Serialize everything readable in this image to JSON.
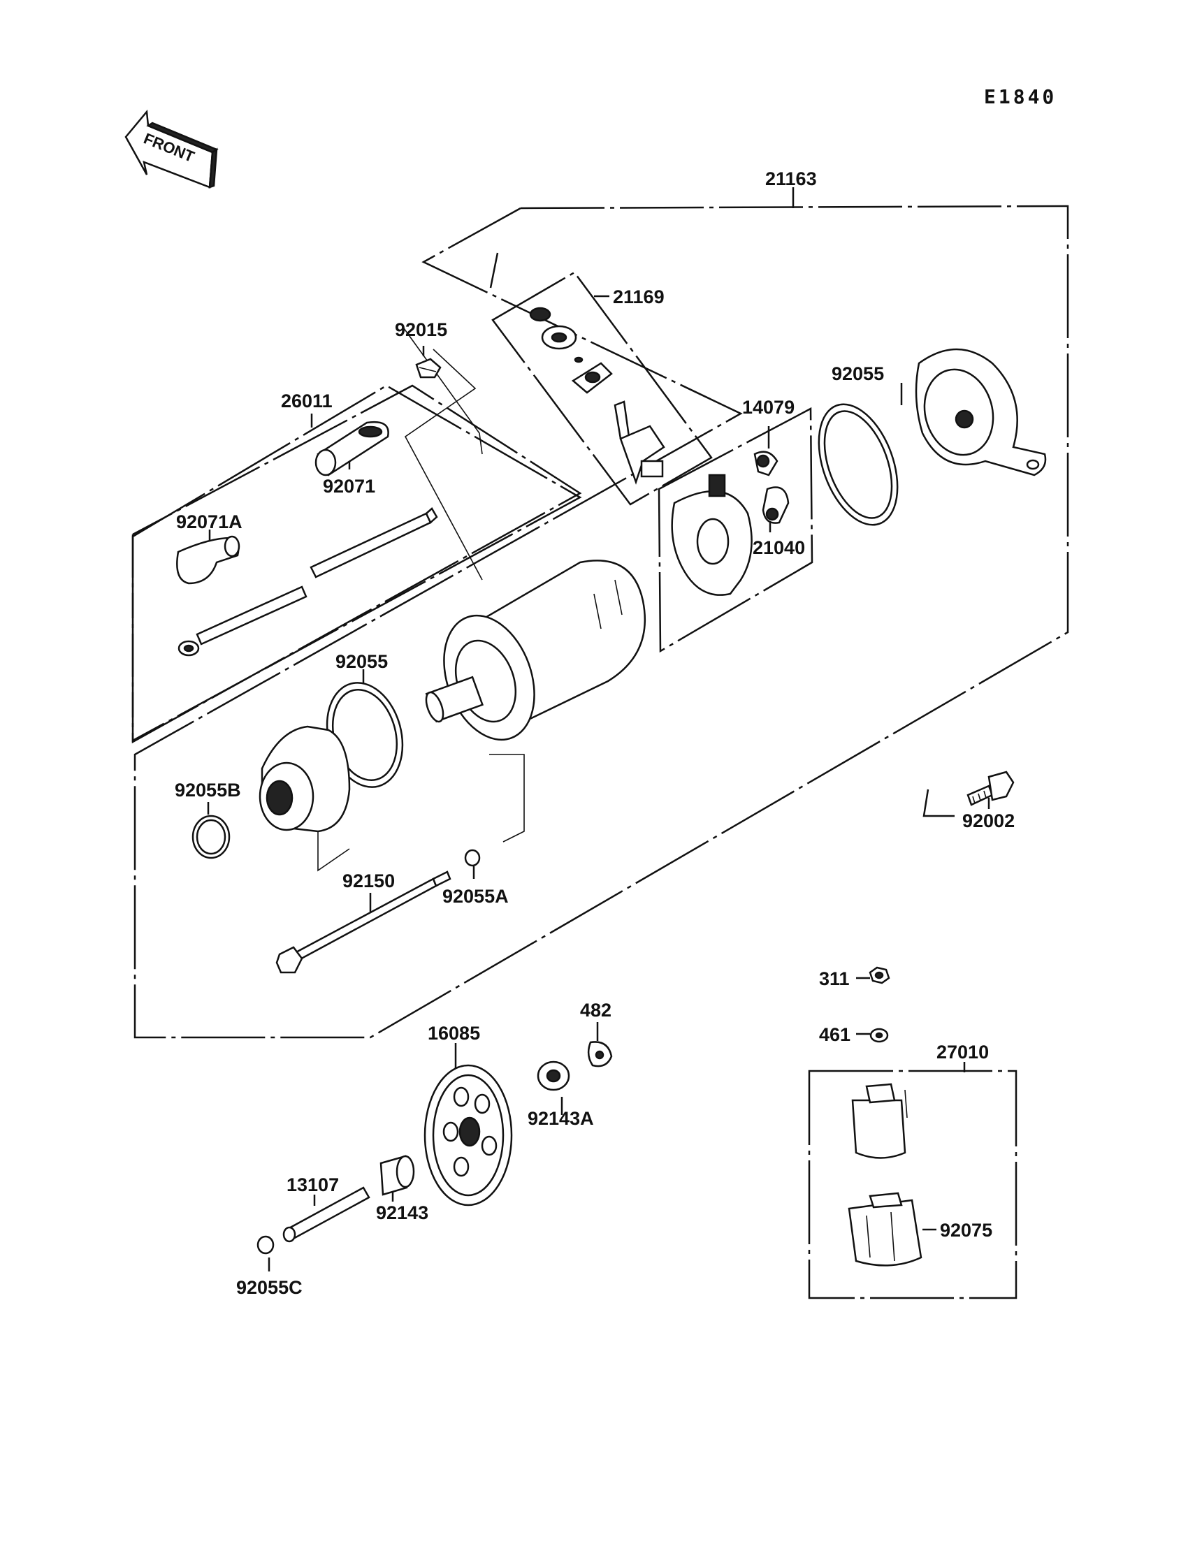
{
  "diagram_code": "E1840",
  "front_label": "FRONT",
  "parts": [
    {
      "id": "p21163",
      "number": "21163"
    },
    {
      "id": "p21169",
      "number": "21169"
    },
    {
      "id": "p92015",
      "number": "92015"
    },
    {
      "id": "p26011",
      "number": "26011"
    },
    {
      "id": "p92071",
      "number": "92071"
    },
    {
      "id": "p92071A",
      "number": "92071A"
    },
    {
      "id": "p92055_top",
      "number": "92055"
    },
    {
      "id": "p14079",
      "number": "14079"
    },
    {
      "id": "p21040",
      "number": "21040"
    },
    {
      "id": "p92055_mid",
      "number": "92055"
    },
    {
      "id": "p92055B",
      "number": "92055B"
    },
    {
      "id": "p92002",
      "number": "92002"
    },
    {
      "id": "p92150",
      "number": "92150"
    },
    {
      "id": "p92055A",
      "number": "92055A"
    },
    {
      "id": "p311",
      "number": "311"
    },
    {
      "id": "p461",
      "number": "461"
    },
    {
      "id": "p482",
      "number": "482"
    },
    {
      "id": "p16085",
      "number": "16085"
    },
    {
      "id": "p27010",
      "number": "27010"
    },
    {
      "id": "p92143A",
      "number": "92143A"
    },
    {
      "id": "p13107",
      "number": "13107"
    },
    {
      "id": "p92143",
      "number": "92143"
    },
    {
      "id": "p92075",
      "number": "92075"
    },
    {
      "id": "p92055C",
      "number": "92055C"
    }
  ]
}
